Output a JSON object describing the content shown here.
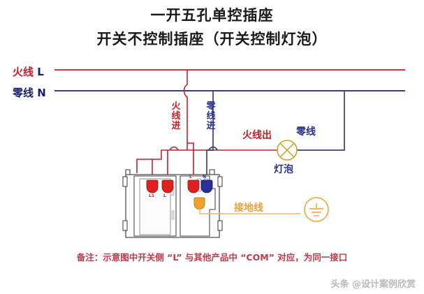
{
  "title": {
    "line1": "一开五孔单控插座",
    "line2": "开关不控制插座（开关控制灯泡）"
  },
  "supply": {
    "live": {
      "cn": "火线",
      "code": "L",
      "color": "#c81e28"
    },
    "neutral": {
      "cn": "零线",
      "code": "N",
      "color": "#2b2f8f"
    }
  },
  "labels": {
    "live_in": "火线进",
    "neutral_in": "零线进",
    "live_out": "火线出",
    "neutral_return": "零线",
    "bulb": "灯泡",
    "ground": "接地线"
  },
  "terminals": {
    "switch_l1": "L1",
    "switch_l": "L",
    "socket_l": "L",
    "socket_n": "N"
  },
  "colors": {
    "live": "#c81e28",
    "neutral": "#2b2f8f",
    "ground": "#e8a23a",
    "bulb": "#c9a227",
    "title": "#1a1a1a",
    "note": "#c0394a"
  },
  "note": "备注：示意图中开关侧 “L” 与其他产品中 “COM” 对应，为同一接口",
  "watermark": "头条 @设计案例欣赏"
}
